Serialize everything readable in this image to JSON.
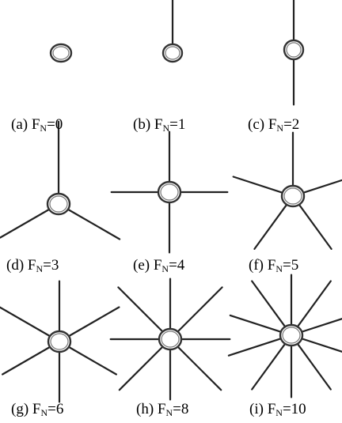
{
  "style": {
    "spoke_color": "#222222",
    "ring_color": "#333333",
    "ring_fill": "#ffffff",
    "background": "#ffffff"
  },
  "panels": [
    {
      "tag": "(a)",
      "symbol": "F",
      "subscript": "N",
      "value_text": "=0",
      "spoke_count": 0
    },
    {
      "tag": "(b)",
      "symbol": "F",
      "subscript": "N",
      "value_text": "=1",
      "spoke_count": 1
    },
    {
      "tag": "(c)",
      "symbol": "F",
      "subscript": "N",
      "value_text": "=2",
      "spoke_count": 2
    },
    {
      "tag": "(d)",
      "symbol": "F",
      "subscript": "N",
      "value_text": "=3",
      "spoke_count": 3
    },
    {
      "tag": "(e)",
      "symbol": "F",
      "subscript": "N",
      "value_text": "=4",
      "spoke_count": 4
    },
    {
      "tag": "(f)",
      "symbol": "F",
      "subscript": "N",
      "value_text": "=5",
      "spoke_count": 5
    },
    {
      "tag": "(g)",
      "symbol": "F",
      "subscript": "N",
      "value_text": "=6",
      "spoke_count": 6
    },
    {
      "tag": "(h)",
      "symbol": "F",
      "subscript": "N",
      "value_text": "=8",
      "spoke_count": 8
    },
    {
      "tag": "(i)",
      "symbol": "F",
      "subscript": "N",
      "value_text": "=10",
      "spoke_count": 10
    }
  ]
}
